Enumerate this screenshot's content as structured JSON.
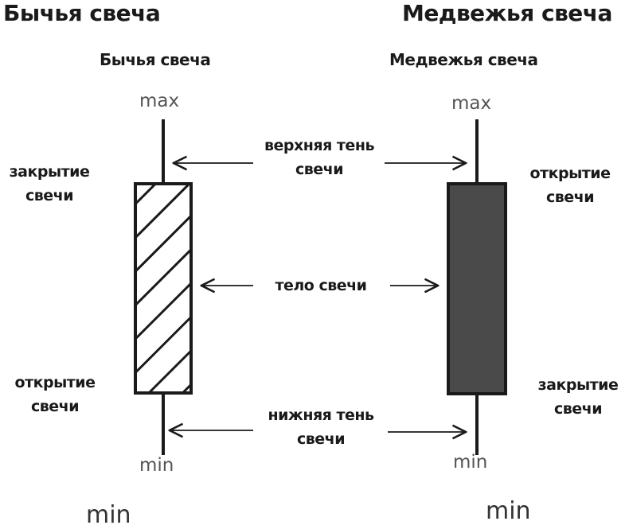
{
  "titles": {
    "bull_main": "Бычья свеча",
    "bear_main": "Медвежья свеча",
    "bull_sub": "Бычья свеча",
    "bear_sub": "Медвежья свеча"
  },
  "extremes": {
    "bull_max": "max",
    "bear_max": "max",
    "bull_min": "min",
    "bear_min": "min",
    "bull_min_bottom": "min",
    "bear_min_bottom": "min"
  },
  "labels": {
    "upper_shadow": "верхняя тень\nсвечи",
    "body": "тело свечи",
    "lower_shadow": "нижняя тень\nсвечи",
    "bull_close": "закрытие\nсвечи",
    "bull_open": "открытие\nсвечи",
    "bear_open": "открытие\nсвечи",
    "bear_close": "закрытие\nсвечи"
  },
  "colors": {
    "bear_body": "#4a4a4a",
    "line": "#1a1a1a"
  }
}
